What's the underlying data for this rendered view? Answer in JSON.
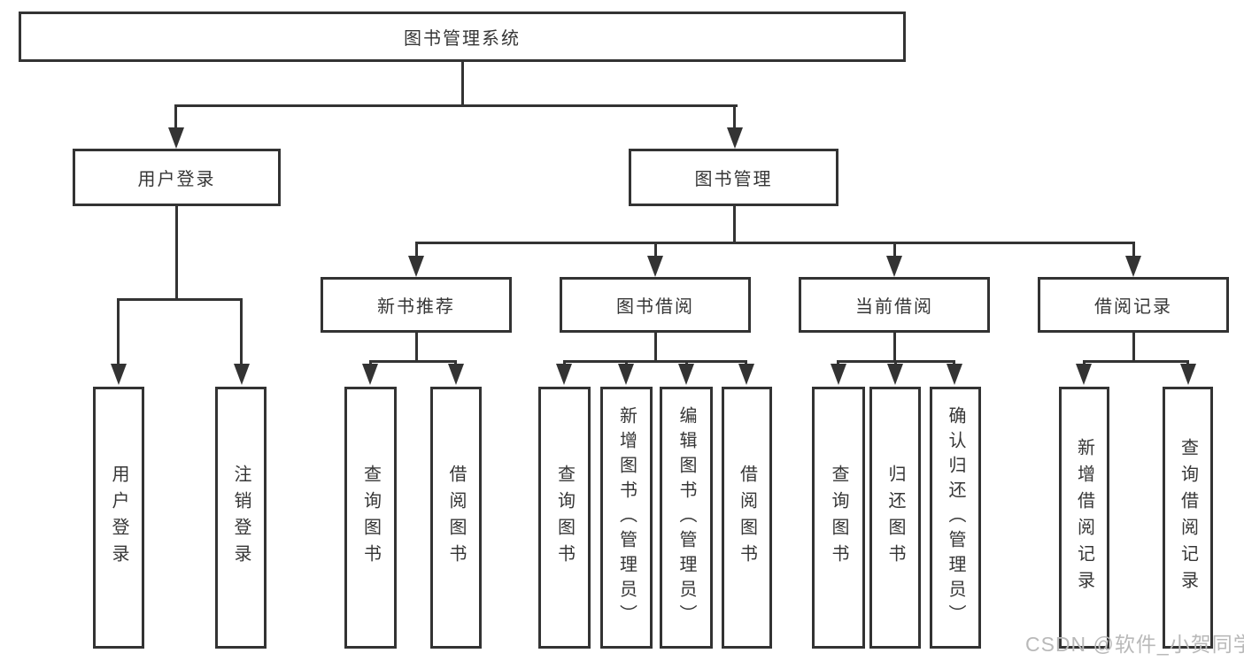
{
  "diagram": {
    "title": "图书管理系统",
    "level2": [
      "用户登录",
      "图书管理"
    ],
    "level3": [
      "新书推荐",
      "图书借阅",
      "当前借阅",
      "借阅记录"
    ],
    "leaves_user_login": [
      "用户登录",
      "注销登录"
    ],
    "leaves_new_book": [
      "查询图书",
      "借阅图书"
    ],
    "leaves_book_borrow": [
      "查询图书",
      "新增图书（管理员）",
      "编辑图书（管理员）",
      "借阅图书"
    ],
    "leaves_current_borrow": [
      "查询图书",
      "归还图书",
      "确认归还（管理员）"
    ],
    "leaves_records": [
      "新增借阅记录",
      "查询借阅记录"
    ]
  },
  "watermark": "CSDN @软件_小贺同学",
  "colors": {
    "line": "#333333",
    "text": "#363636",
    "watermark": "#b9b9b9",
    "background": "#ffffff"
  }
}
